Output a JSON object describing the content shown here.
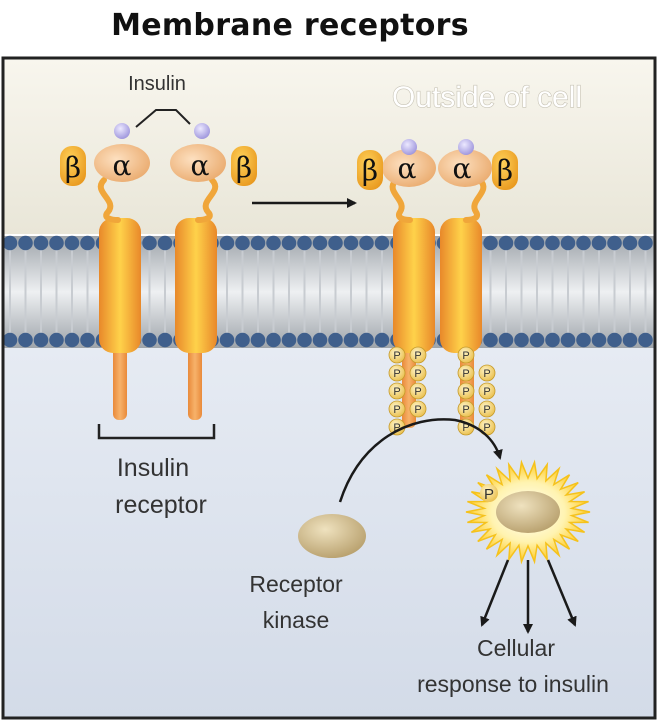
{
  "title": "Membrane receptors",
  "outside_label": "Outside of cell",
  "labels": {
    "insulin": "Insulin",
    "insulin_receptor_line1": "Insulin",
    "insulin_receptor_line2": "receptor",
    "receptor_kinase_line1": "Receptor",
    "receptor_kinase_line2": "kinase",
    "response_line1": "Cellular",
    "response_line2": "response to insulin"
  },
  "subunits": {
    "alpha": "α",
    "beta": "β"
  },
  "phosphate": "P",
  "colors": {
    "receptor": "#f5a829",
    "membrane_head": "#3f5f8c",
    "outside": "#f1eee2",
    "inside": "#dfe5ef",
    "insulin": "#a8a0e0",
    "kinase": "#c5b184",
    "burst": "#ffd53f",
    "border": "#222222"
  }
}
